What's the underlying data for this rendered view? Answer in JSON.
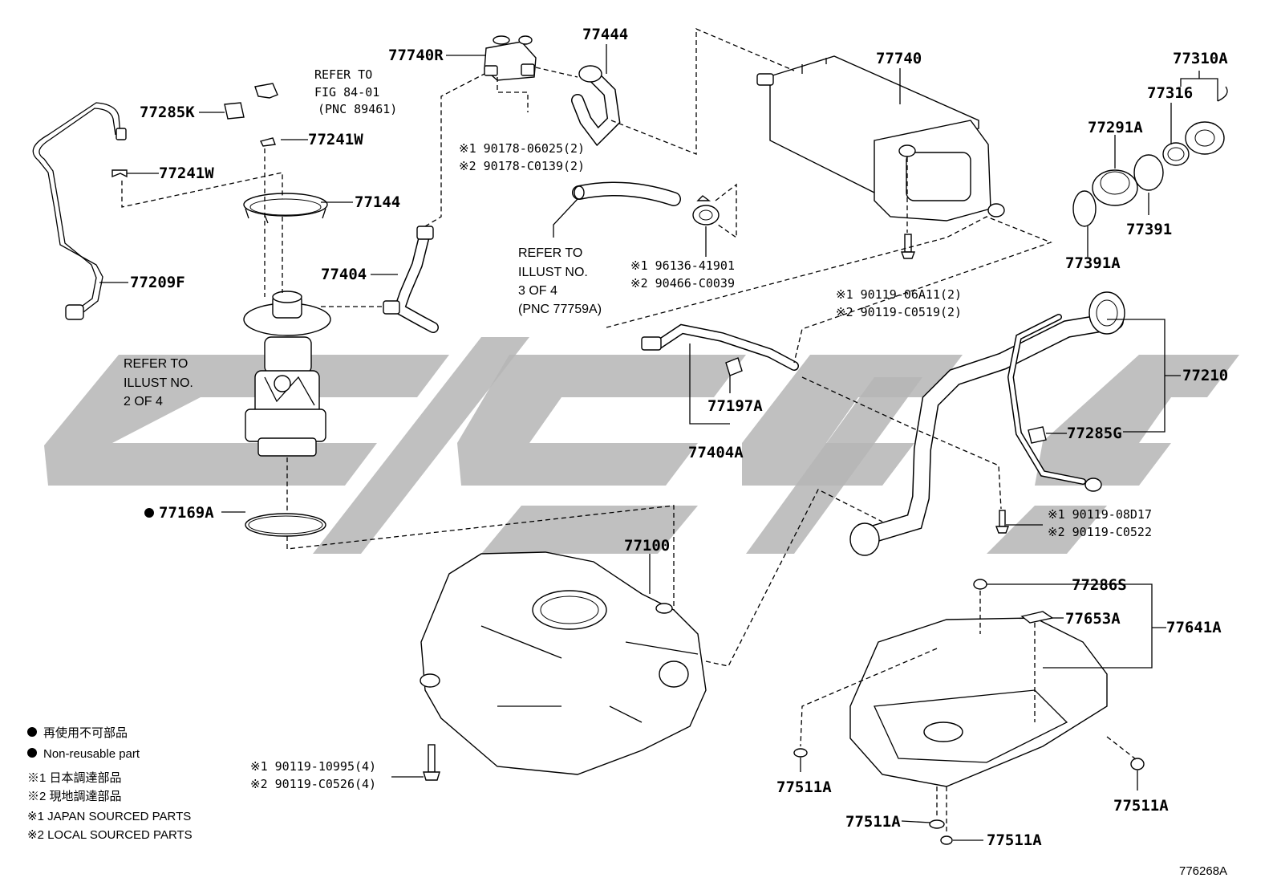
{
  "diagram_id": "776268A",
  "parts": {
    "p77740R": "77740R",
    "p77444": "77444",
    "p77740": "77740",
    "p77310A": "77310A",
    "p77316": "77316",
    "p77291A": "77291A",
    "p77391": "77391",
    "p77391A": "77391A",
    "p77285K": "77285K",
    "p77241W_a": "77241W",
    "p77241W_b": "77241W",
    "p77144": "77144",
    "p77209F": "77209F",
    "p77404": "77404",
    "p77197A": "77197A",
    "p77404A": "77404A",
    "p77210": "77210",
    "p77285G": "77285G",
    "p77169A": "77169A",
    "p77100": "77100",
    "p77286S": "77286S",
    "p77653A": "77653A",
    "p77641A": "77641A",
    "p77511A_a": "77511A",
    "p77511A_b": "77511A",
    "p77511A_c": "77511A",
    "p77511A_d": "77511A"
  },
  "refs": {
    "fig84": [
      "REFER TO",
      "FIG 84-01",
      "(PNC 89461)"
    ],
    "illust2": [
      "REFER TO",
      "ILLUST NO.",
      "2 OF 4"
    ],
    "illust3": [
      "REFER TO",
      "ILLUST NO.",
      "3 OF 4",
      "(PNC 77759A)"
    ]
  },
  "fasteners": {
    "f1": [
      "※1 90178-06025(2)",
      "※2 90178-C0139(2)"
    ],
    "f2": [
      "※1 96136-41901",
      "※2 90466-C0039"
    ],
    "f3": [
      "※1 90119-06A11(2)",
      "※2 90119-C0519(2)"
    ],
    "f4": [
      "※1 90119-08D17",
      "※2 90119-C0522"
    ],
    "f5": [
      "※1 90119-10995(4)",
      "※2 90119-C0526(4)"
    ]
  },
  "legend": {
    "jp_nonreusable": "再使用不可部品",
    "en_nonreusable": "Non-reusable part",
    "jp_japan": "※1 日本調達部品",
    "jp_local": "※2 現地調達部品",
    "en_japan": "※1 JAPAN SOURCED PARTS",
    "en_local": "※2 LOCAL SOURCED PARTS"
  }
}
